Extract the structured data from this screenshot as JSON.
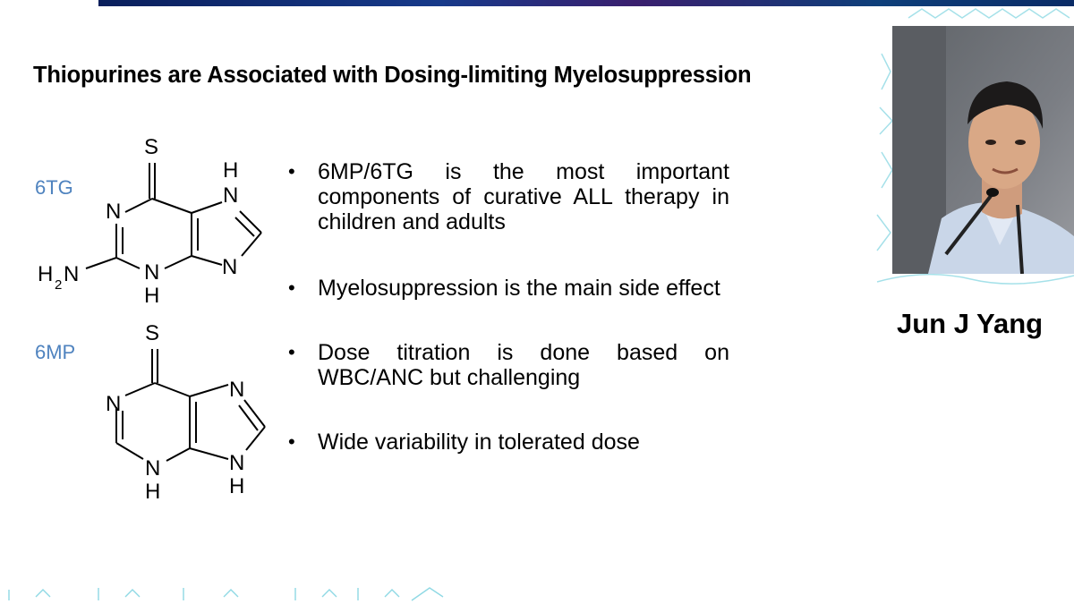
{
  "slide": {
    "title": "Thiopurines are Associated with Dosing-limiting Myelosuppression",
    "molecules": [
      {
        "name": "6TG",
        "atoms": {
          "s": "S",
          "n1": "N",
          "n_top_h": "H",
          "n_top": "N",
          "n_right": "N",
          "h2": "H",
          "sub2": "2",
          "amine_n": "N",
          "n_bottom": "N",
          "n_bottom_h": "H"
        }
      },
      {
        "name": "6MP",
        "atoms": {
          "s": "S",
          "n1": "N",
          "n_right_top": "N",
          "n_bottom": "N",
          "n_bottom_h": "H",
          "n_right_bottom": "N",
          "n_right_bottom_h": "H"
        }
      }
    ],
    "bullet_symbol": "•",
    "bullets": [
      "6MP/6TG is the most important components of curative ALL therapy in children and adults",
      "Myelosuppression is the main side effect",
      "Dose titration is done based on WBC/ANC but challenging",
      "Wide variability in tolerated dose"
    ]
  },
  "speaker": {
    "name": "Jun J Yang",
    "video_description": "presenter-webcam"
  },
  "colors": {
    "label_blue": "#4f83bf",
    "deco_teal": "#7fd3e0",
    "top_band": "#173a8a"
  }
}
